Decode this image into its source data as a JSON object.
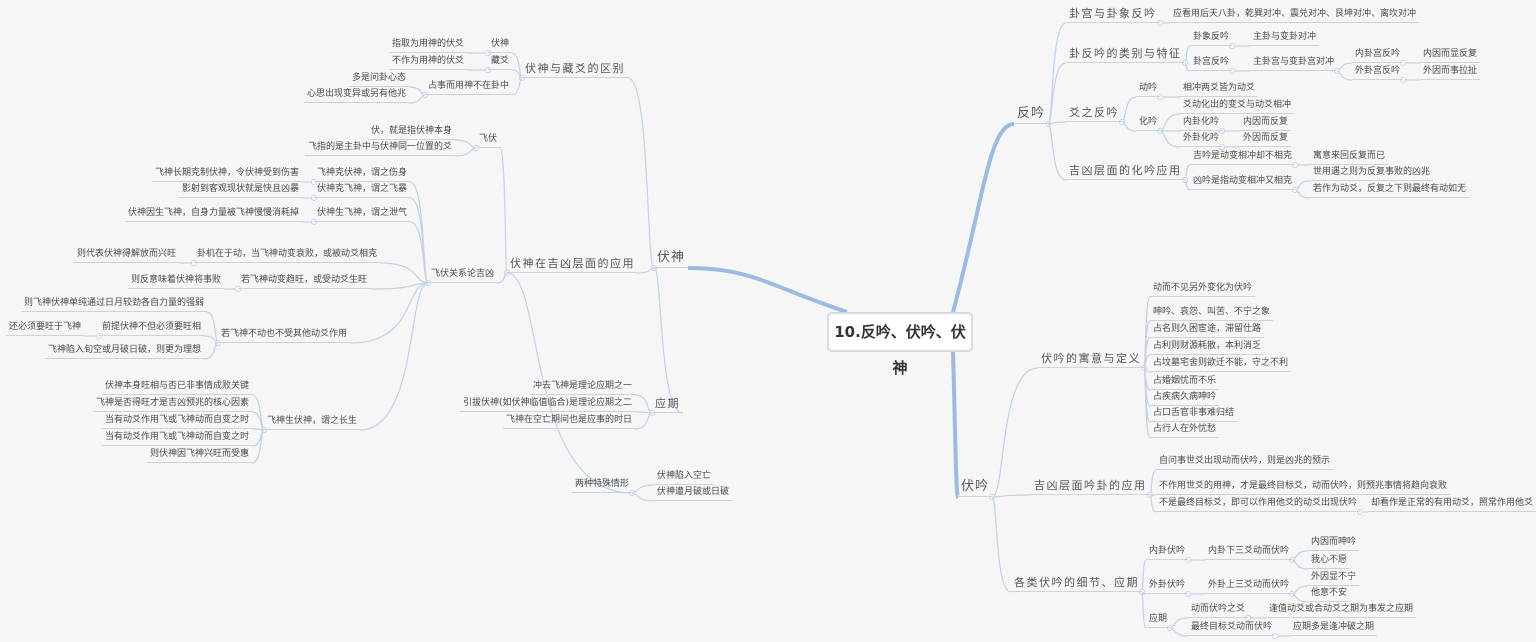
{
  "center_title": "10.反吟、伏吟、伏神",
  "fanyin": {
    "text": "反吟",
    "sub": [
      {
        "text": "卦宫与卦象反吟",
        "sub": [
          {
            "text": "应看用后天八卦，乾巽对冲、震兑对冲、艮坤对冲、离坎对冲"
          }
        ]
      },
      {
        "text": "卦反吟的类别与特征",
        "sub": [
          {
            "text": "卦象反吟",
            "sub": [
              {
                "text": "主卦与变卦对冲"
              }
            ]
          },
          {
            "text": "卦宫反吟",
            "sub": [
              {
                "text": "主卦宫与变卦宫对冲",
                "sub": [
                  {
                    "text": "内卦宫反吟",
                    "sub": [
                      {
                        "text": "内因而显反复"
                      }
                    ]
                  },
                  {
                    "text": "外卦宫反吟",
                    "sub": [
                      {
                        "text": "外因而事拉扯"
                      }
                    ]
                  }
                ]
              }
            ]
          }
        ]
      },
      {
        "text": "爻之反吟",
        "sub": [
          {
            "text": "动吟",
            "sub": [
              {
                "text": "相冲两爻皆为动爻"
              }
            ]
          },
          {
            "text": "化吟",
            "sub": [
              {
                "text": "爻动化出的变爻与动爻相冲"
              },
              {
                "text": "内卦化吟",
                "sub": [
                  {
                    "text": "内因而反复"
                  }
                ]
              },
              {
                "text": "外卦化吟",
                "sub": [
                  {
                    "text": "外因而反复"
                  }
                ]
              }
            ]
          }
        ]
      },
      {
        "text": "吉凶层面的化吟应用",
        "sub": [
          {
            "text": "吉吟是动变相冲却不相克",
            "sub": [
              {
                "text": "寓意来回反复而已"
              }
            ]
          },
          {
            "text": "凶吟是指动变相冲又相克",
            "sub": [
              {
                "text": "世用遇之则为反复事败的凶兆"
              },
              {
                "text": "若作为动爻，反复之下则最终有动如无"
              }
            ]
          }
        ]
      }
    ]
  },
  "fuyin": {
    "text": "伏吟",
    "sub": [
      {
        "text": "伏吟的寓意与定义",
        "sub": [
          {
            "text": "动而不见另外变化为伏吟"
          },
          {
            "text": "呻吟、哀怨、叫苦、不宁之象"
          },
          {
            "text": "占名则久困宦途，滞留仕路"
          },
          {
            "text": "占利则财源耗散，本利消乏"
          },
          {
            "text": "占坟墓宅舍则欲迁不能，守之不利"
          },
          {
            "text": "占婚姻忧而不乐"
          },
          {
            "text": "占疾病久病呻吟"
          },
          {
            "text": "占口舌官非事难归结"
          },
          {
            "text": "占行人在外忧愁"
          }
        ]
      },
      {
        "text": "吉凶层面吟卦的应用",
        "sub": [
          {
            "text": "自问事世爻出现动而伏吟，则是凶兆的预示"
          },
          {
            "text": "不作用世爻的用神，才是最终目标爻，动而伏吟，则预兆事情将趋向衰败"
          },
          {
            "text": "不是最终目标爻，即可以作用他爻的动爻出现伏吟",
            "sub": [
              {
                "text": "却看作是正常的有用动爻，照常作用他爻"
              }
            ]
          }
        ]
      },
      {
        "text": "各类伏吟的细节、应期",
        "sub": [
          {
            "text": "内卦伏吟",
            "sub": [
              {
                "text": "内卦下三爻动而伏吟",
                "sub": [
                  {
                    "text": "内因而呻吟"
                  },
                  {
                    "text": "我心不愿"
                  }
                ]
              }
            ]
          },
          {
            "text": "外卦伏吟",
            "sub": [
              {
                "text": "外卦上三爻动而伏吟",
                "sub": [
                  {
                    "text": "外因显不宁"
                  },
                  {
                    "text": "他意不安"
                  }
                ]
              }
            ]
          },
          {
            "text": "应期",
            "sub": [
              {
                "text": "动而伏吟之爻",
                "sub": [
                  {
                    "text": "逢值动爻或合动爻之期为事发之应期"
                  }
                ]
              },
              {
                "text": "最终目标爻动而伏吟",
                "sub": [
                  {
                    "text": "应期多是逢冲破之期"
                  }
                ]
              }
            ]
          }
        ]
      }
    ]
  },
  "fushen": {
    "text": "伏神",
    "sub": [
      {
        "text": "伏神与藏爻的区别",
        "sub": [
          {
            "text": "伏神",
            "sub": [
              {
                "text": "指取为用神的伏爻"
              }
            ]
          },
          {
            "text": "藏爻",
            "sub": [
              {
                "text": "不作为用神的伏爻"
              }
            ]
          },
          {
            "text": "占事而用神不在卦中",
            "sub": [
              {
                "text": "多是问卦心态"
              },
              {
                "text": "心思出现变异或另有他兆"
              }
            ]
          }
        ]
      },
      {
        "text": "伏神在吉凶层面的应用",
        "sub": [
          {
            "text": "飞伏",
            "sub": [
              {
                "text": "伏，就是指伏神本身"
              },
              {
                "text": "飞指的是主卦中与伏神同一位置的爻"
              }
            ]
          },
          {
            "text": "飞伏关系论吉凶",
            "sub": [
              {
                "text": "飞神克伏神，谓之伤身",
                "sub": [
                  {
                    "text": "飞神长期克制伏神，令伏神受到伤害"
                  }
                ]
              },
              {
                "text": "伏神克飞神，谓之飞暴",
                "sub": [
                  {
                    "text": "影射到客观现状就是快且凶暴"
                  }
                ]
              },
              {
                "text": "伏神生飞神，谓之泄气",
                "sub": [
                  {
                    "text": "伏神因生飞神，自身力量被飞神慢慢消耗掉"
                  }
                ]
              },
              {
                "text": "卦机在于动，当飞神动变衰败，或被动爻相克",
                "sub": [
                  {
                    "text": "则代表伏神得解放而兴旺"
                  }
                ]
              },
              {
                "text": "若飞神动变趋旺，或受动爻生旺",
                "sub": [
                  {
                    "text": "则反意味着伏神将事败"
                  }
                ]
              },
              {
                "text": "若飞神不动也不受其他动爻作用",
                "sub": [
                  {
                    "text": "则飞神伏神单纯通过日月较劲各自力量的强弱"
                  },
                  {
                    "text": "前提伏神不但必须要旺相",
                    "sub": [
                      {
                        "text": "还必须要旺于飞神"
                      }
                    ]
                  },
                  {
                    "text": "飞神陷入旬空或月破日破，则更为理想"
                  }
                ]
              },
              {
                "text": "飞神生伏神，谓之长生",
                "sub": [
                  {
                    "text": "伏神本身旺相与否已非事情成败关键"
                  },
                  {
                    "text": "飞神是否得旺才是吉凶预兆的核心因素"
                  },
                  {
                    "text": "当有动爻作用飞或飞神动而自变之时"
                  },
                  {
                    "text": "当有动爻作用飞或飞神动而自变之时"
                  },
                  {
                    "text": "则伏神因飞神兴旺而受惠"
                  }
                ]
              }
            ]
          },
          {
            "text": "两种特殊情形",
            "sub": [
              {
                "text": "伏神陷入空亡"
              },
              {
                "text": "伏神遭月破或日破"
              }
            ]
          }
        ]
      },
      {
        "text": "应期",
        "sub": [
          {
            "text": "冲去飞神是理论应期之一"
          },
          {
            "text": "引拔伏神(如伏神临值临合)是理论应期之二"
          },
          {
            "text": "飞神在空亡期间也是应事的时日"
          }
        ]
      }
    ]
  },
  "colors": {
    "branch": "#9cbbe2",
    "link": "#c3d2e4",
    "background": "#f6f6f6"
  }
}
